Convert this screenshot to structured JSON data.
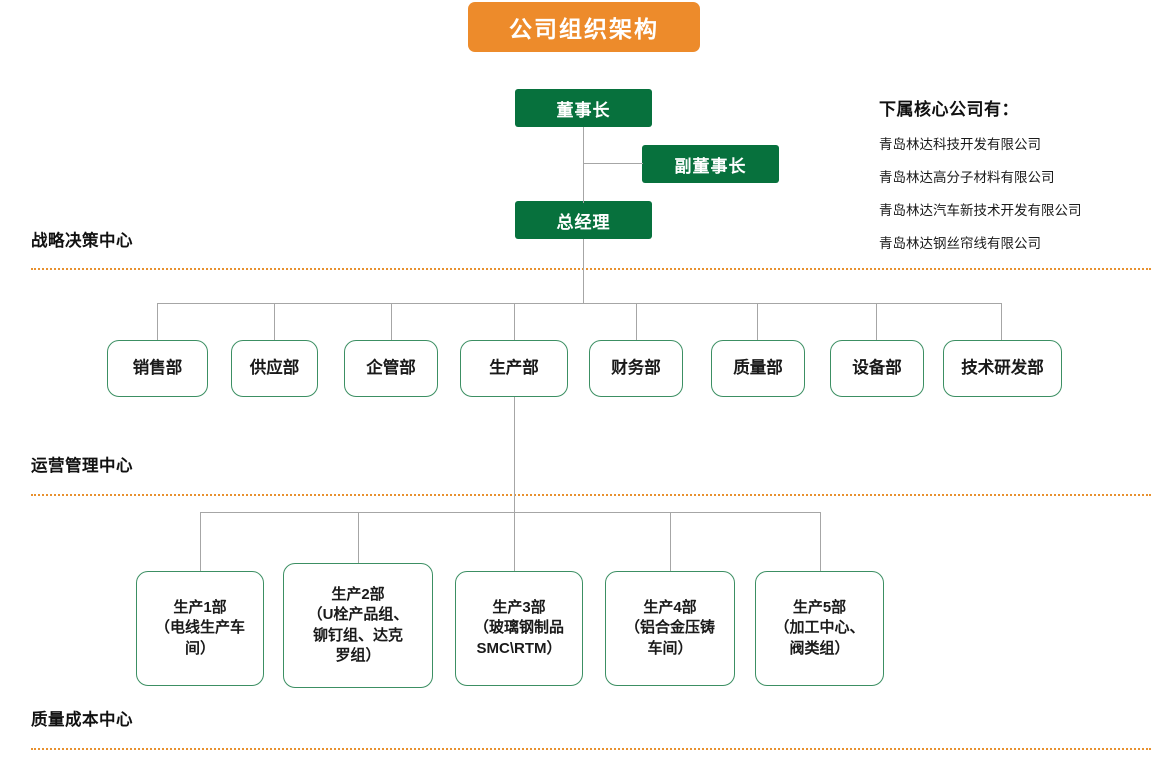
{
  "title": "公司组织架构",
  "colors": {
    "title_bg": "#ED8B2B",
    "exec_box_bg": "#07713D",
    "exec_box_text": "#FFFFFF",
    "dept_box_border": "#3C8F63",
    "connector": "#A6A6A6",
    "divider": "#E8912F"
  },
  "executives": [
    {
      "label": "董事长"
    },
    {
      "label": "副董事长"
    },
    {
      "label": "总经理"
    }
  ],
  "sections": [
    {
      "label": "战略决策中心"
    },
    {
      "label": "运营管理中心"
    },
    {
      "label": "质量成本中心"
    }
  ],
  "departments": [
    {
      "label": "销售部"
    },
    {
      "label": "供应部"
    },
    {
      "label": "企管部"
    },
    {
      "label": "生产部"
    },
    {
      "label": "财务部"
    },
    {
      "label": "质量部"
    },
    {
      "label": "设备部"
    },
    {
      "label": "技术研发部"
    }
  ],
  "production_units": [
    {
      "line1": "生产1部",
      "line2": "（电线生产车",
      "line3": "间）",
      "line4": "",
      "line5": ""
    },
    {
      "line1": "生产2部",
      "line2": "（U栓产品组、",
      "line3": "铆钉组、达克",
      "line4": "罗组）",
      "line5": ""
    },
    {
      "line1": "生产3部",
      "line2": "（玻璃钢制品",
      "line3": "SMC\\RTM）",
      "line4": "",
      "line5": ""
    },
    {
      "line1": "生产4部",
      "line2": "（铝合金压铸",
      "line3": "车间）",
      "line4": "",
      "line5": ""
    },
    {
      "line1": "生产5部",
      "line2": "（加工中心、",
      "line3": "阀类组）",
      "line4": "",
      "line5": ""
    }
  ],
  "notes": {
    "title": "下属核心公司有：",
    "items": [
      {
        "label": "青岛林达科技开发有限公司"
      },
      {
        "label": "青岛林达高分子材料有限公司"
      },
      {
        "label": "青岛林达汽车新技术开发有限公司"
      },
      {
        "label": "青岛林达钢丝帘线有限公司"
      }
    ]
  }
}
